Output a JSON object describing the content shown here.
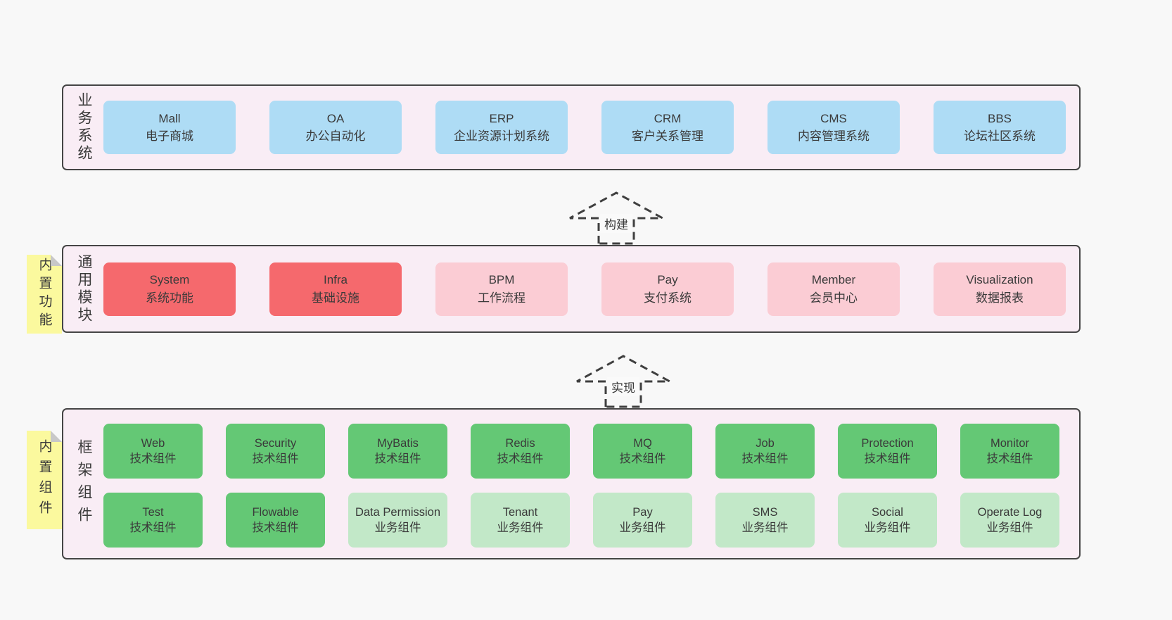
{
  "page": {
    "background": "#f8f8f8"
  },
  "colors": {
    "blue": "#aedcf5",
    "red": "#f5696d",
    "pink": "#fbccd4",
    "green": "#64c875",
    "green_light": "#c2e8c8",
    "band_bg": "#f9edf5",
    "band_border": "#454545",
    "note_bg": "#fbf99e",
    "note_fold": "#c8c8c8",
    "text": "#3a3a3a"
  },
  "arrows": [
    {
      "label": "构建"
    },
    {
      "label": "实现"
    }
  ],
  "sections": {
    "business": {
      "label": "业务系统",
      "boxes": [
        {
          "title": "Mall",
          "subtitle": "电子商城",
          "variant": "blue"
        },
        {
          "title": "OA",
          "subtitle": "办公自动化",
          "variant": "blue"
        },
        {
          "title": "ERP",
          "subtitle": "企业资源计划系统",
          "variant": "blue"
        },
        {
          "title": "CRM",
          "subtitle": "客户关系管理",
          "variant": "blue"
        },
        {
          "title": "CMS",
          "subtitle": "内容管理系统",
          "variant": "blue"
        },
        {
          "title": "BBS",
          "subtitle": "论坛社区系统",
          "variant": "blue"
        }
      ]
    },
    "modules": {
      "label": "通用模块",
      "note": "内置功能",
      "boxes": [
        {
          "title": "System",
          "subtitle": "系统功能",
          "variant": "red"
        },
        {
          "title": "Infra",
          "subtitle": "基础设施",
          "variant": "red"
        },
        {
          "title": "BPM",
          "subtitle": "工作流程",
          "variant": "pink"
        },
        {
          "title": "Pay",
          "subtitle": "支付系统",
          "variant": "pink"
        },
        {
          "title": "Member",
          "subtitle": "会员中心",
          "variant": "pink"
        },
        {
          "title": "Visualization",
          "subtitle": "数据报表",
          "variant": "pink"
        }
      ]
    },
    "framework": {
      "label": "框架组件",
      "note": "内置组件",
      "boxes": [
        {
          "title": "Web",
          "subtitle": "技术组件",
          "variant": "green"
        },
        {
          "title": "Security",
          "subtitle": "技术组件",
          "variant": "green"
        },
        {
          "title": "MyBatis",
          "subtitle": "技术组件",
          "variant": "green"
        },
        {
          "title": "Redis",
          "subtitle": "技术组件",
          "variant": "green"
        },
        {
          "title": "MQ",
          "subtitle": "技术组件",
          "variant": "green"
        },
        {
          "title": "Job",
          "subtitle": "技术组件",
          "variant": "green"
        },
        {
          "title": "Protection",
          "subtitle": "技术组件",
          "variant": "green"
        },
        {
          "title": "Monitor",
          "subtitle": "技术组件",
          "variant": "green"
        },
        {
          "title": "Test",
          "subtitle": "技术组件",
          "variant": "green"
        },
        {
          "title": "Flowable",
          "subtitle": "技术组件",
          "variant": "green"
        },
        {
          "title": "Data Permission",
          "subtitle": "业务组件",
          "variant": "green_light"
        },
        {
          "title": "Tenant",
          "subtitle": "业务组件",
          "variant": "green_light"
        },
        {
          "title": "Pay",
          "subtitle": "业务组件",
          "variant": "green_light"
        },
        {
          "title": "SMS",
          "subtitle": "业务组件",
          "variant": "green_light"
        },
        {
          "title": "Social",
          "subtitle": "业务组件",
          "variant": "green_light"
        },
        {
          "title": "Operate Log",
          "subtitle": "业务组件",
          "variant": "green_light"
        }
      ]
    }
  }
}
